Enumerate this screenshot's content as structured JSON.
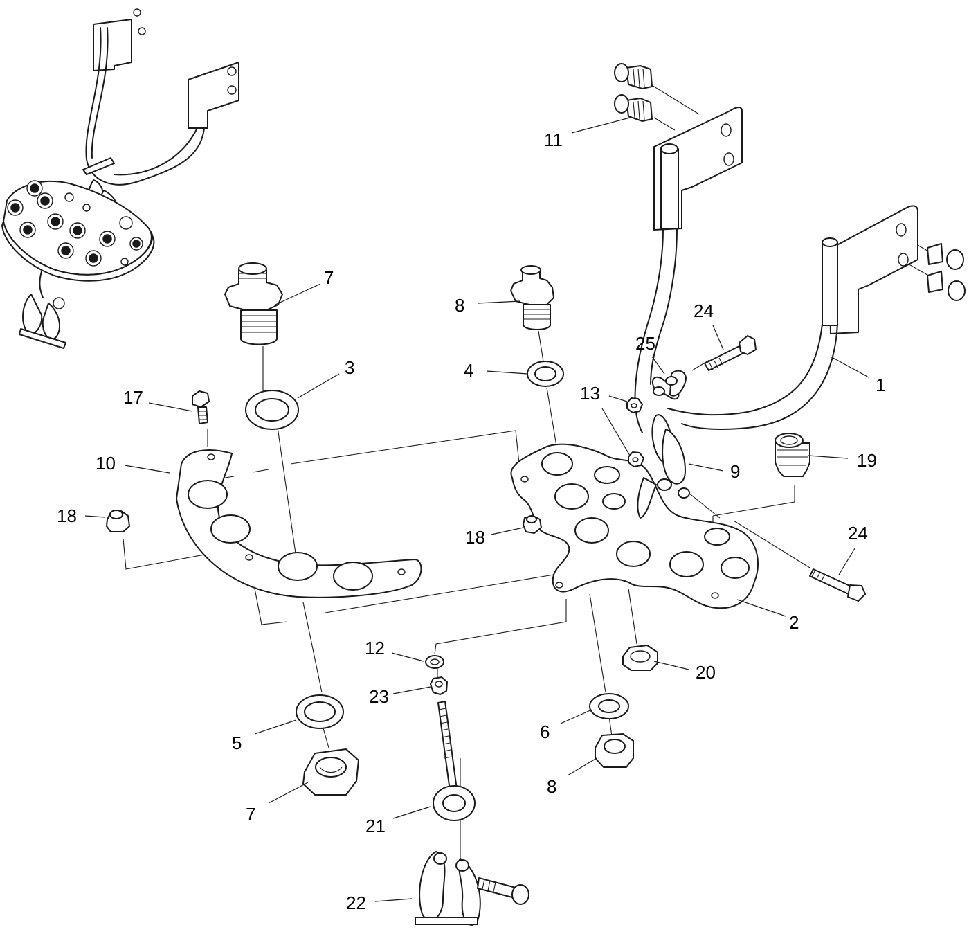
{
  "callouts": {
    "c1": "1",
    "c2": "2",
    "c3": "3",
    "c4": "4",
    "c5": "5",
    "c6": "6",
    "c7a": "7",
    "c7b": "7",
    "c8a": "8",
    "c8b": "8",
    "c9": "9",
    "c10": "10",
    "c11": "11",
    "c12": "12",
    "c13": "13",
    "c17": "17",
    "c18a": "18",
    "c18b": "18",
    "c19": "19",
    "c20": "20",
    "c21": "21",
    "c22": "22",
    "c23": "23",
    "c24a": "24",
    "c24b": "24",
    "c25": "25"
  },
  "colors": {
    "line": "#1a1a1a",
    "background": "#ffffff"
  }
}
